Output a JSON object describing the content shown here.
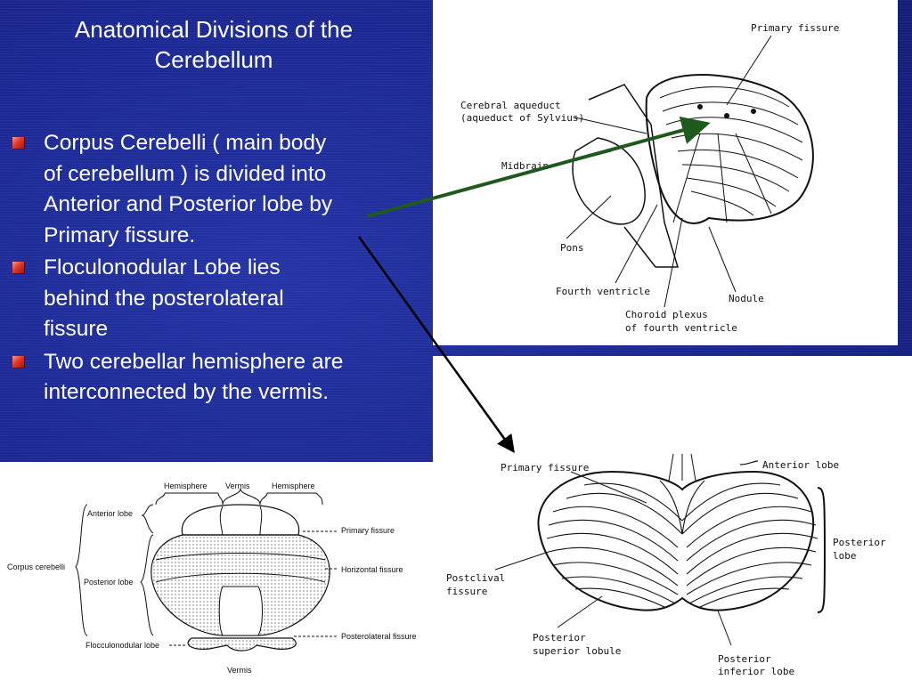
{
  "slide": {
    "title": {
      "line1": "Anatomical Divisions of the",
      "line2": "Cerebellum"
    },
    "bullets": [
      {
        "lines": [
          "Corpus Cerebelli ( main body",
          "of cerebellum ) is divided into",
          "Anterior and Posterior lobe by",
          "Primary fissure."
        ]
      },
      {
        "lines": [
          "Floculonodular Lobe lies",
          "behind the posterolateral",
          "fissure"
        ]
      },
      {
        "lines": [
          "Two cerebellar hemisphere are",
          "interconnected by the vermis."
        ]
      }
    ],
    "colors": {
      "background": "#1c2a8e",
      "text": "#ffffff",
      "bullet": "#d7322b",
      "green_arrow": "#1e5a1e"
    }
  },
  "figure_sagittal": {
    "labels": {
      "primary_fissure": "Primary fissure",
      "cerebral_aqueduct_1": "Cerebral aqueduct",
      "cerebral_aqueduct_2": "(aqueduct of Sylvius)",
      "midbrain": "Midbrain",
      "pons": "Pons",
      "fourth_ventricle": "Fourth ventricle",
      "nodule": "Nodule",
      "choroid_1": "Choroid plexus",
      "choroid_2": "of fourth ventricle"
    }
  },
  "figure_schematic": {
    "labels": {
      "hemisphere_left": "Hemisphere",
      "vermis_top": "Vermis",
      "hemisphere_right": "Hemisphere",
      "anterior_lobe": "Anterior lobe",
      "corpus_cerebelli": "Corpus cerebelli",
      "posterior_lobe": "Posterior lobe",
      "flocculonodular_lobe": "Flocculonodular lobe",
      "primary_fissure": "Primary fissure",
      "horizontal_fissure": "Horizontal fissure",
      "posterolateral_fissure": "Posterolateral fissure",
      "vermis_bottom": "Vermis"
    }
  },
  "figure_superior": {
    "labels": {
      "primary_fissure": "Primary fissure",
      "anterior_lobe": "Anterior lobe",
      "posterior_lobe_1": "Posterior",
      "posterior_lobe_2": "lobe",
      "postclival_1": "Postclival",
      "postclival_2": "fissure",
      "post_sup_1": "Posterior",
      "post_sup_2": "superior lobule",
      "post_inf_1": "Posterior",
      "post_inf_2": "inferior lobe"
    }
  }
}
